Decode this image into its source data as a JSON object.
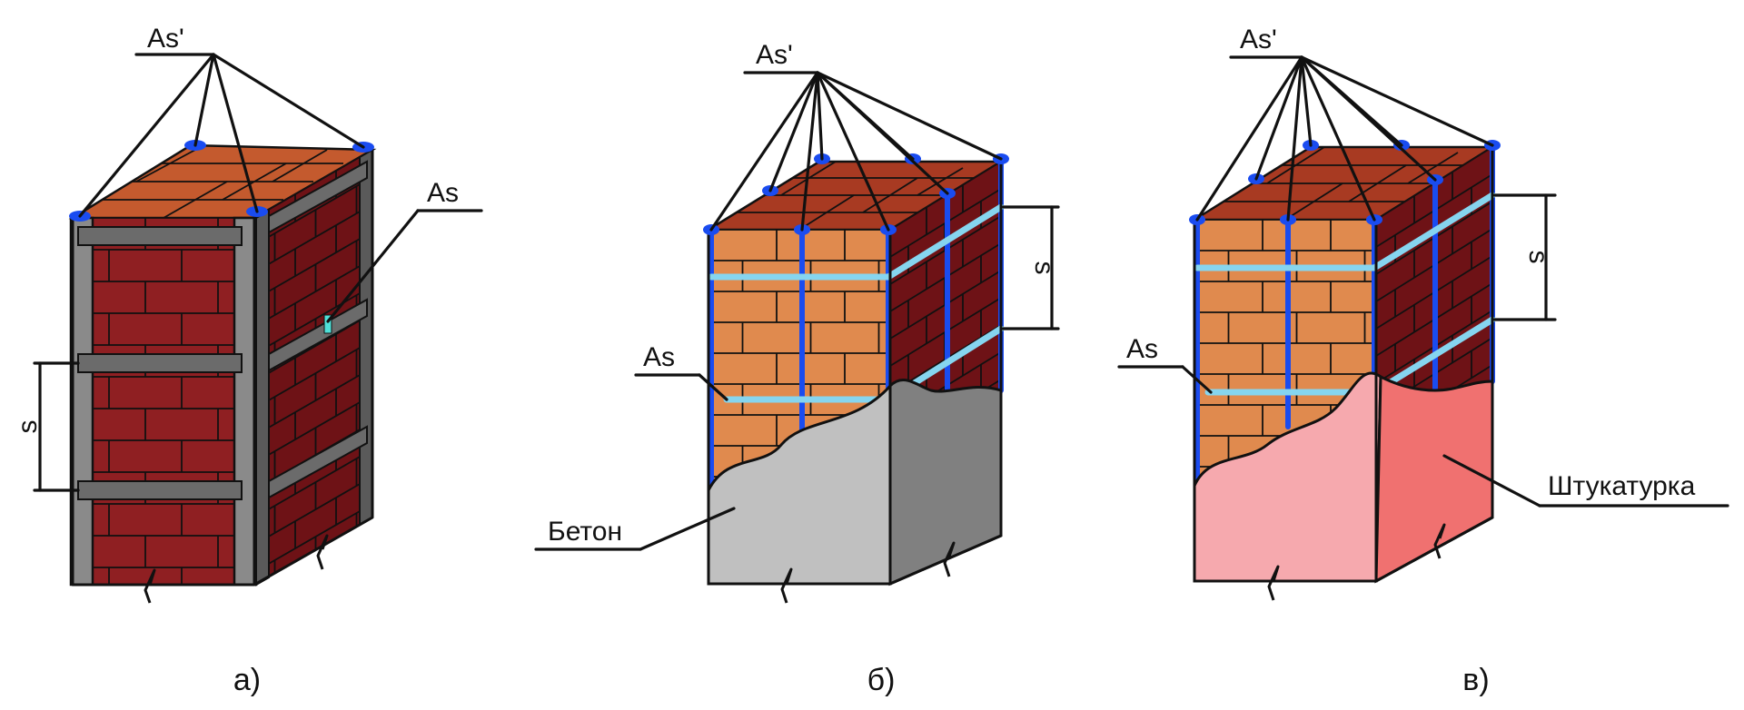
{
  "labels": {
    "compression_bars": "As'",
    "ties": "As",
    "spacing": "s"
  },
  "panels": [
    {
      "caption": "а)"
    },
    {
      "caption": "б)",
      "material": "Бетон"
    },
    {
      "caption": "в)",
      "material": "Штукатурка"
    }
  ],
  "colors": {
    "brick_red": "#8f1f22",
    "brick_red_side": "#6e1216",
    "brick_orange": "#e08a4e",
    "brick_top": "#c45a2e",
    "steel": "#6b6b6b",
    "rebar_blue": "#1a4cf0",
    "tie_cyan": "#86d5ef",
    "concrete": "#c0c0c0",
    "concrete_side": "#808080",
    "plaster": "#f6a9ae",
    "plaster_side": "#f07170"
  }
}
